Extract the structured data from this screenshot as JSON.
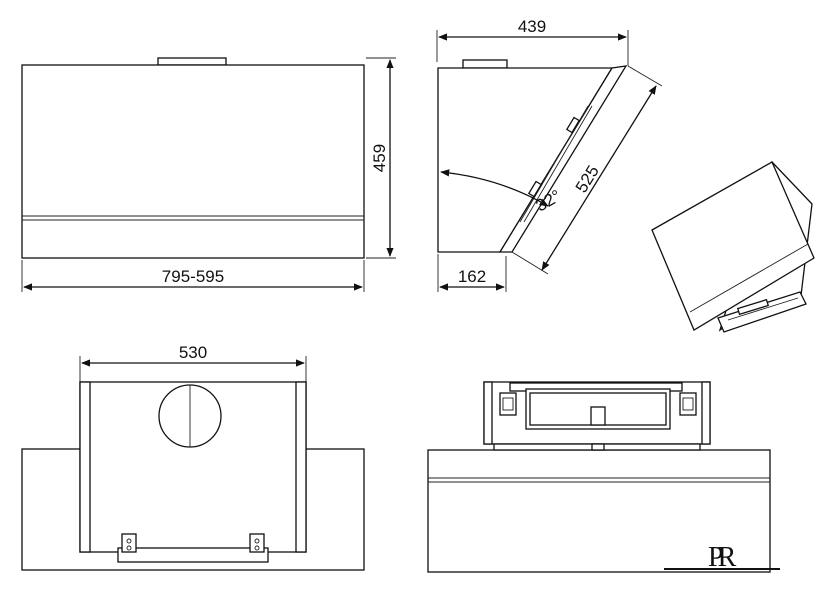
{
  "dimensions": {
    "front_height": "459",
    "front_width": "795-595",
    "side_depth": "439",
    "side_angle": "32°",
    "side_glass_length": "525",
    "side_bottom": "162",
    "plan_width": "530"
  },
  "logo": {
    "monogram": "PR"
  },
  "colors": {
    "line": "#111111",
    "background": "#ffffff"
  }
}
